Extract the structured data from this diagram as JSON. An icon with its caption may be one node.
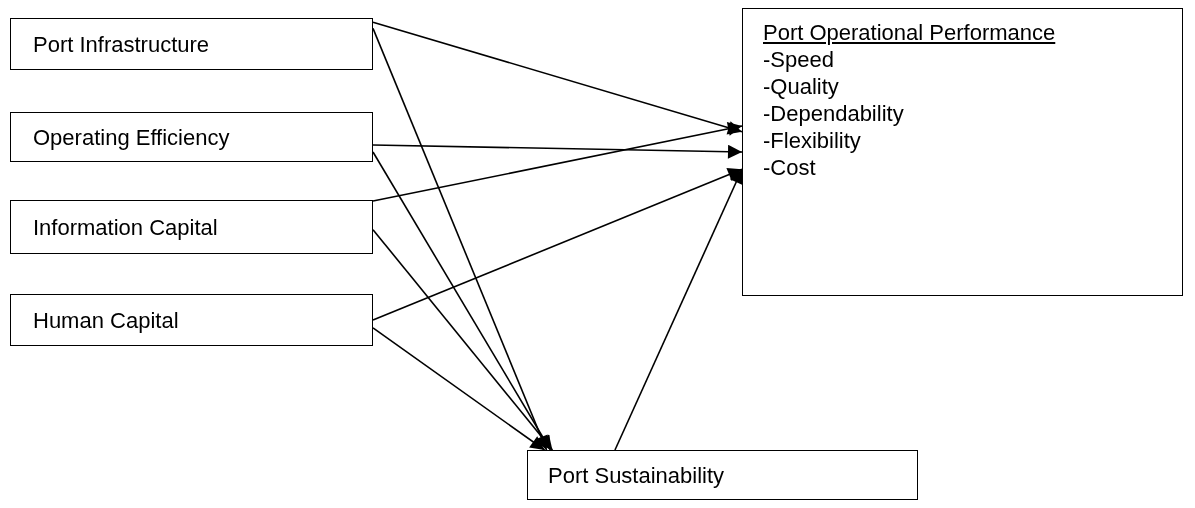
{
  "diagram": {
    "nodes": [
      {
        "text": [
          "Port Infrastructure"
        ]
      },
      {
        "text": [
          "Operating Efficiency"
        ]
      },
      {
        "text": [
          "Information Capital"
        ]
      },
      {
        "text": [
          "Human Capital"
        ]
      },
      {
        "text": [
          "Port Operational Performance",
          "-Speed",
          "-Quality",
          "-Dependability",
          "-Flexibility",
          "-Cost"
        ]
      },
      {
        "text": [
          "Port Sustainability"
        ]
      }
    ],
    "edges": [
      {
        "from": 0,
        "to": 4,
        "arrow": "to"
      },
      {
        "from": 0,
        "to": 5,
        "arrow": "to"
      },
      {
        "from": 1,
        "to": 4,
        "arrow": "to"
      },
      {
        "from": 1,
        "to": 5,
        "arrow": "to"
      },
      {
        "from": 2,
        "to": 4,
        "arrow": "to"
      },
      {
        "from": 2,
        "to": 5,
        "arrow": "to"
      },
      {
        "from": 3,
        "to": 4,
        "arrow": "to"
      },
      {
        "from": 3,
        "to": 5,
        "arrow": "to"
      },
      {
        "from": 5,
        "to": 4,
        "arrow": "to"
      }
    ]
  }
}
